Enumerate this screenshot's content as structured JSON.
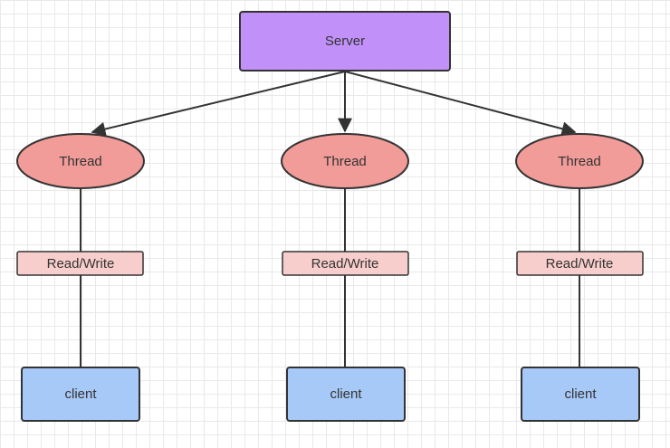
{
  "server": {
    "label": "Server",
    "color": "#c190f9"
  },
  "threads": [
    {
      "label": "Thread",
      "rw_label": "Read/Write",
      "client_label": "client"
    },
    {
      "label": "Thread",
      "rw_label": "Read/Write",
      "client_label": "client"
    },
    {
      "label": "Thread",
      "rw_label": "Read/Write",
      "client_label": "client"
    }
  ],
  "colors": {
    "thread": "#f19c99",
    "read_write": "#f8cecc",
    "client": "#a7c9f7",
    "stroke": "#333333"
  }
}
